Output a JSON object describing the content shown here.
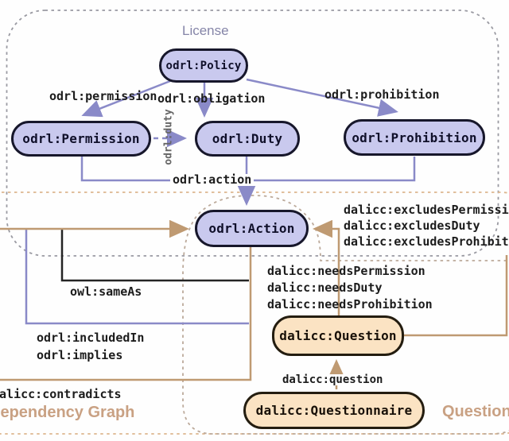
{
  "regions": {
    "license": {
      "label": "License"
    },
    "dependency_graph": {
      "label": "Dependency Graph"
    },
    "questionnaire": {
      "label": "Questionnaire"
    }
  },
  "nodes": {
    "policy": {
      "label": "odrl:Policy"
    },
    "permission": {
      "label": "odrl:Permission"
    },
    "duty": {
      "label": "odrl:Duty"
    },
    "prohibition": {
      "label": "odrl:Prohibition"
    },
    "action": {
      "label": "odrl:Action"
    },
    "question": {
      "label": "dalicc:Question"
    },
    "questionnaire": {
      "label": "dalicc:Questionnaire"
    }
  },
  "edge_labels": {
    "permission": "odrl:permission",
    "obligation": "odrl:obligation",
    "prohibition": "odrl:prohibition",
    "duty": "odrl:duty",
    "action": "odrl:action",
    "same_as": "owl:sameAs",
    "included_in": "odrl:includedIn",
    "implies": "odrl:implies",
    "contradicts": "dalicc:contradicts",
    "excludes_permission": "dalicc:excludesPermission",
    "excludes_duty": "dalicc:excludesDuty",
    "excludes_prohibition": "dalicc:excludesProhibition",
    "needs_permission": "dalicc:needsPermission",
    "needs_duty": "dalicc:needsDuty",
    "needs_prohibition": "dalicc:needsProhibition",
    "question": "dalicc:question"
  },
  "colors": {
    "odrl_node_fill": "#c9c9ee",
    "dalicc_node_fill": "#fbe3c3",
    "node_border": "#17172b",
    "purple_edge": "#8a8ac8",
    "tan_edge": "#bf9a72",
    "black_edge": "#242424",
    "license_region_border": "#9a9aa2",
    "dependency_region_border": "#ddb68e",
    "questionnaire_region_border": "#bcaa9b",
    "license_label_color": "#8585a8",
    "tan_label_color": "#c9a183"
  }
}
